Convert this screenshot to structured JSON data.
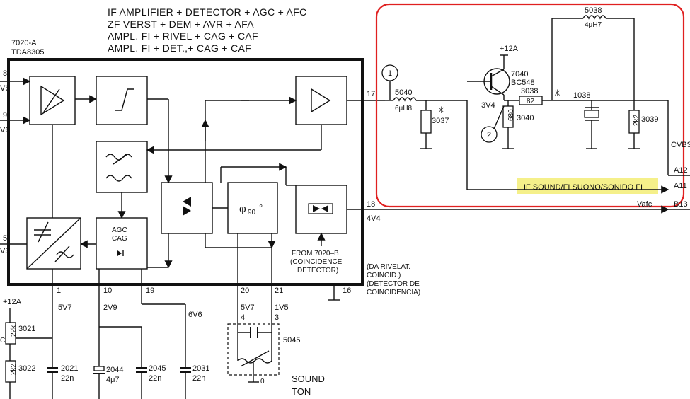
{
  "header": {
    "line1": "IF  AMPLIFIER  +  DETECTOR  +  AGC  +  AFC",
    "line2": "ZF  VERST  +  DEM  +  AVR  +  AFA",
    "line3": "AMPL.  FI  +  RIVEL  +  CAG  +  CAF",
    "line4": "AMPL.  FI  +  DET.,+  CAG  +  CAF"
  },
  "ic": {
    "name": "7020-A",
    "type": "TDA8305"
  },
  "left_pins": {
    "p8": "8",
    "v8": "V6",
    "p9": "9",
    "v9": "V6",
    "p5": "5",
    "v5": "V3"
  },
  "blocks": {
    "agc": "AGC",
    "cag": "CAG",
    "phase": "φ",
    "phase_sub": "90",
    "phase_deg": "°"
  },
  "pins": {
    "p17": "17",
    "p18": "18",
    "v18": "4V4",
    "p1": "1",
    "v1": "5V7",
    "p10": "10",
    "v10": "2V9",
    "p19": "19",
    "v19": "6V6",
    "p20": "20",
    "v20": "5V7",
    "p4": "4",
    "p21": "21",
    "v21": "1V5",
    "p3": "3",
    "p16": "16"
  },
  "from_note": {
    "l1": "FROM  7020–B",
    "l2": "(COINCIDENCE",
    "l3": "DETECTOR)",
    "l4": "(DA  RIVELAT.",
    "l5": "COINCID.)",
    "l6": "(DETECTOR  DE",
    "l7": "COINCIDENCIA)"
  },
  "components": {
    "l5040": "5040",
    "l5040v": "6μH8",
    "c3037": "3037",
    "t7040": "7040",
    "t7040t": "BC548",
    "supply": "+12A",
    "v3v4": "3V4",
    "r3038": "3038",
    "r3038v": "82",
    "r3040": "3040",
    "r3040v": "680",
    "l5038": "5038",
    "l5038v": "4μH7",
    "f1038": "1038",
    "r3039": "3039",
    "r3039v": "2k2",
    "m1": "1",
    "m2": "2"
  },
  "right_side": {
    "note": "IF  SOUND/FI  SUONO/SONIDO  FI",
    "cvbs": "CVBS",
    "a12": "A12",
    "a11": "A11",
    "b13": "B13",
    "vafc": "Vafc"
  },
  "bottom": {
    "supply": "+12A",
    "r3021": "3021",
    "r3021v": "22k",
    "r3022": "3022",
    "r3022v": "2k2",
    "c2021": "2021",
    "c2021v": "22n",
    "c2044": "2044",
    "c2044v": "4μ7",
    "c2045": "2045",
    "c2045v": "22n",
    "c2031": "2031",
    "c2031v": "22n",
    "f5045": "5045",
    "gnd0": "0",
    "cmark": "C",
    "sound": "SOUND",
    "ton": "TON"
  },
  "colors": {
    "highlight": "#f5f08a",
    "outline": "#e02020",
    "ink": "#111111"
  }
}
